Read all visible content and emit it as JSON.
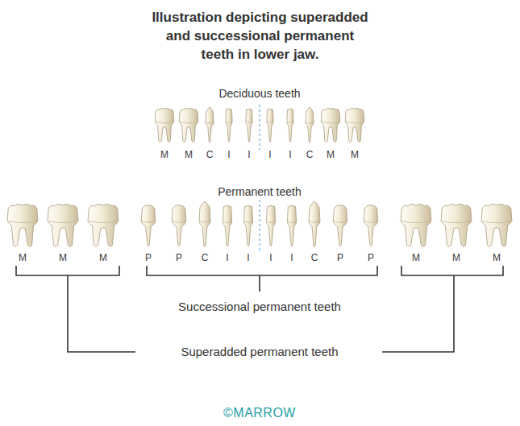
{
  "diagram": {
    "title": "Illustration depicting superadded and successional permanent teeth in lower jaw.",
    "labels": [
      "Deciduous teeth",
      "M",
      "M",
      "C",
      "I",
      "I",
      "I",
      "I",
      "C",
      "M",
      "M",
      "Permanent teeth",
      "M",
      "M",
      "M",
      "P",
      "P",
      "C",
      "I",
      "I",
      "I",
      "I",
      "C",
      "P",
      "P",
      "M",
      "M",
      "M",
      "Successional permanent teeth",
      "Superadded permanent teeth",
      "©MARROW"
    ]
  }
}
